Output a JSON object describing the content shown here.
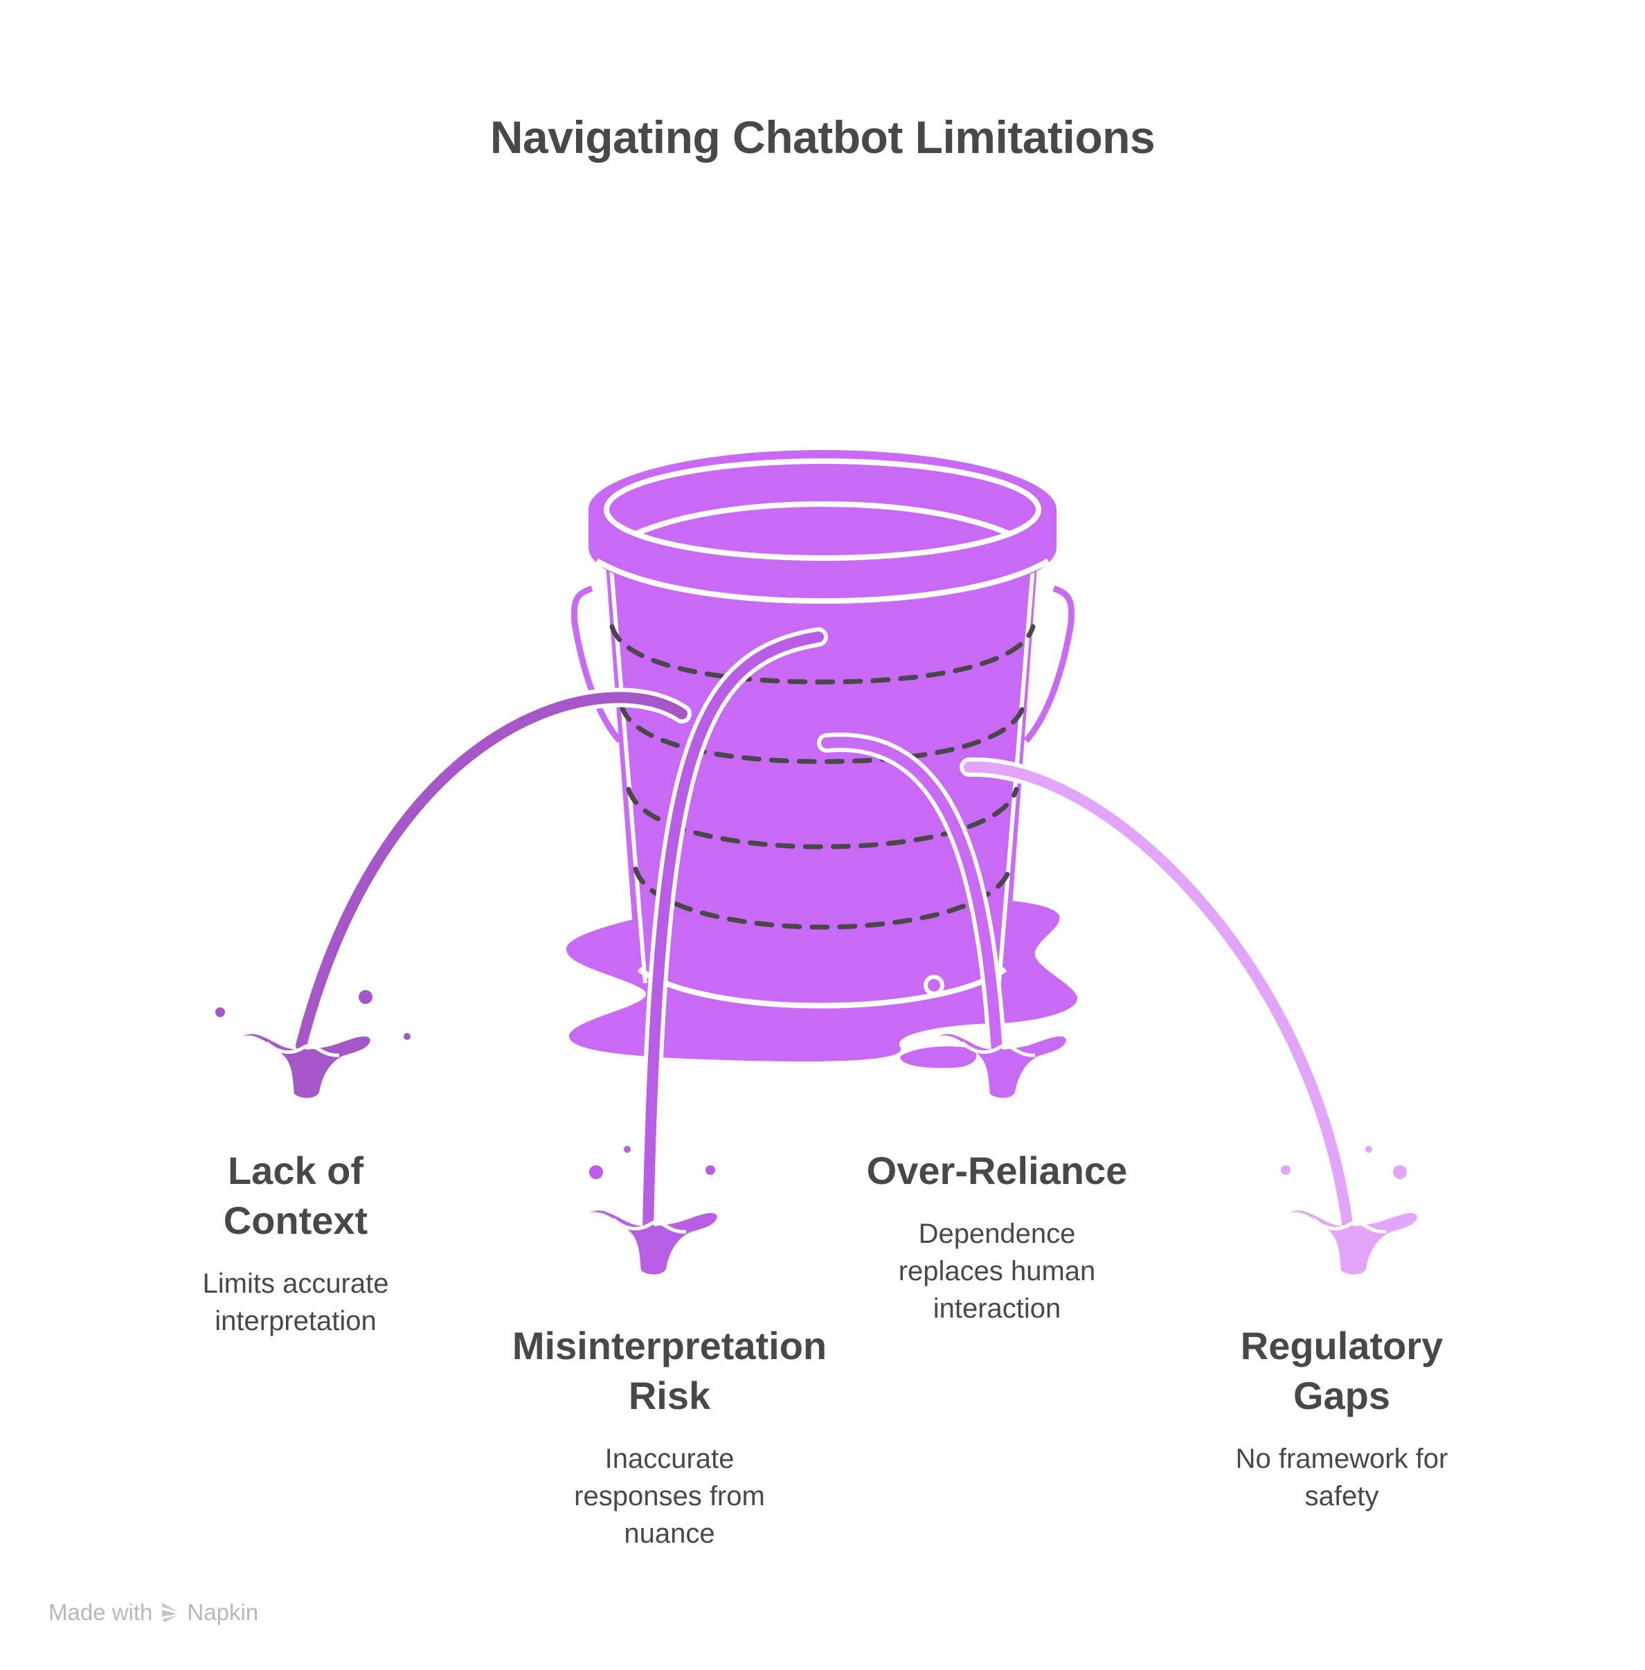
{
  "title": "Navigating Chatbot Limitations",
  "colors": {
    "bucket": "#c86af5",
    "stream_lack_of_context": "#a557c9",
    "stream_misinterpretation": "#b85ee6",
    "stream_over_reliance": "#c86af5",
    "stream_regulatory": "#e2a5fb",
    "dash": "#484848",
    "text": "#484848"
  },
  "items": [
    {
      "title_lines": [
        "Lack of",
        "Context"
      ],
      "description_lines": [
        "Limits accurate",
        "interpretation"
      ]
    },
    {
      "title_lines": [
        "Misinterpretation",
        "Risk"
      ],
      "description_lines": [
        "Inaccurate",
        "responses from",
        "nuance"
      ]
    },
    {
      "title_lines": [
        "Over-Reliance"
      ],
      "description_lines": [
        "Dependence",
        "replaces human",
        "interaction"
      ]
    },
    {
      "title_lines": [
        "Regulatory",
        "Gaps"
      ],
      "description_lines": [
        "No framework for",
        "safety"
      ]
    }
  ],
  "footer": {
    "prefix": "Made with",
    "brand": "Napkin"
  }
}
